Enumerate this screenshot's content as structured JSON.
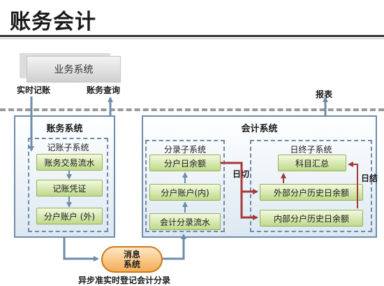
{
  "title": "账务会计",
  "business": {
    "system_label": "业务系统"
  },
  "labels": {
    "realtime_posting": "实时记账",
    "account_query": "账务查询",
    "report": "报表",
    "daily_cut": "日切",
    "daily_close": "日结",
    "async_posting": "异步准实时登记会计分录"
  },
  "account_system": {
    "title": "账务系统",
    "ledger_subsystem": {
      "title": "记账子系统",
      "items": [
        "账务交易流水",
        "记账凭证",
        "分户账户 (外)"
      ]
    }
  },
  "accounting_system": {
    "title": "会计系统",
    "entry_subsystem": {
      "title": "分录子系统",
      "items": [
        "分户日余额",
        "分户账户(内)",
        "会计分录流水"
      ]
    },
    "eod_subsystem": {
      "title": "日终子系统",
      "items": [
        "科目汇总",
        "外部分户历史日余额",
        "内部分户历史日余额"
      ]
    }
  },
  "message_system": {
    "line1": "消息",
    "line2": "系统"
  },
  "colors": {
    "panel_border": "#6e8cab",
    "green_box": "#bfd98a",
    "arrow_blue": "#6e8cab",
    "arrow_red": "#a33a3a",
    "message_orange": "#f4ad55"
  }
}
